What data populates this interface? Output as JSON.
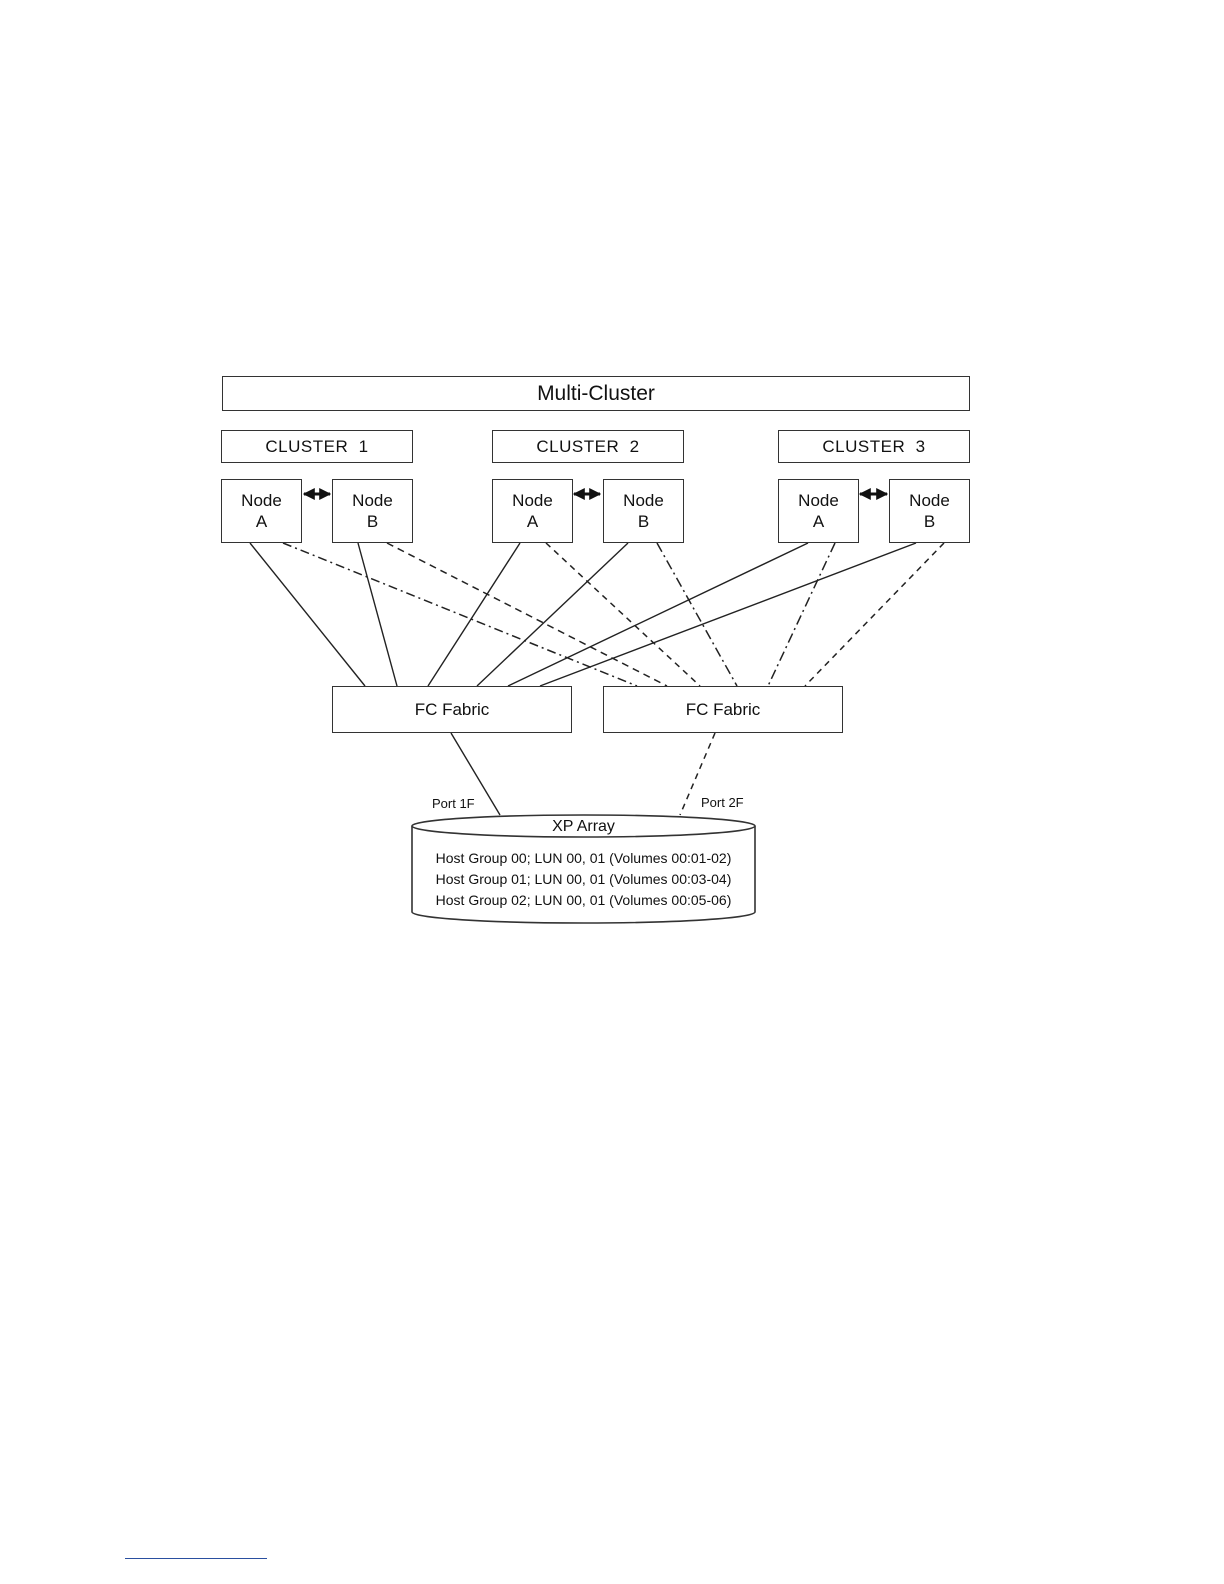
{
  "diagram": {
    "title": "Multi-Cluster",
    "clusters": [
      {
        "label": "CLUSTER  1",
        "node_a": [
          "Node",
          "A"
        ],
        "node_b": [
          "Node",
          "B"
        ]
      },
      {
        "label": "CLUSTER  2",
        "node_a": [
          "Node",
          "A"
        ],
        "node_b": [
          "Node",
          "B"
        ]
      },
      {
        "label": "CLUSTER  3",
        "node_a": [
          "Node",
          "A"
        ],
        "node_b": [
          "Node",
          "B"
        ]
      }
    ],
    "fabrics": [
      {
        "label": "FC Fabric",
        "line_style": "solid"
      },
      {
        "label": "FC Fabric",
        "line_style": "dashed"
      }
    ],
    "ports": {
      "left": "Port 1F",
      "right": "Port 2F"
    },
    "array": {
      "title": "XP Array",
      "host_groups": [
        "Host Group 00; LUN 00, 01 (Volumes 00:01-02)",
        "Host Group 01; LUN 00, 01 (Volumes 00:03-04)",
        "Host Group 02; LUN 00, 01 (Volumes 00:05-06)"
      ]
    },
    "colors": {
      "stroke": "#333333",
      "background": "#ffffff",
      "footnote_rule": "#2a4fa0"
    }
  }
}
